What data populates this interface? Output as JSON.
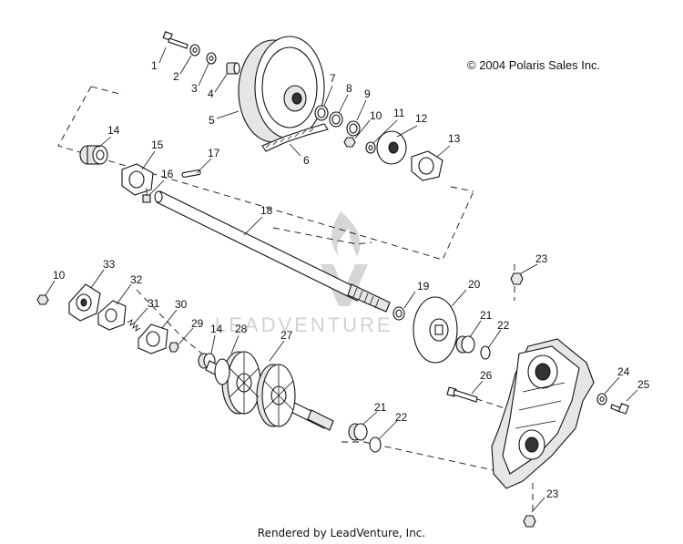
{
  "copyright": "© 2004 Polaris Sales Inc.",
  "footer": "Rendered by LeadVenture, Inc.",
  "watermark": "LEADVENTURE",
  "callouts": [
    "1",
    "2",
    "3",
    "4",
    "5",
    "6",
    "7",
    "8",
    "9",
    "10",
    "11",
    "12",
    "13",
    "14",
    "15",
    "16",
    "17",
    "18",
    "10",
    "33",
    "32",
    "31",
    "30",
    "29",
    "14",
    "28",
    "27",
    "19",
    "20",
    "21",
    "22",
    "23",
    "26",
    "24",
    "25",
    "21",
    "22",
    "23"
  ]
}
